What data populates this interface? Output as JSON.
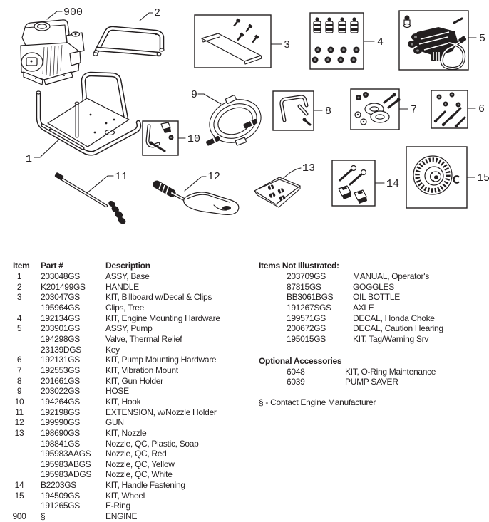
{
  "style": {
    "ink": "#231f20",
    "background": "#ffffff"
  },
  "diagram": {
    "callouts": {
      "c900": "900",
      "c1": "1",
      "c2": "2",
      "c3": "3",
      "c4": "4",
      "c5": "5",
      "c6": "6",
      "c7": "7",
      "c8": "8",
      "c9": "9",
      "c10": "10",
      "c11": "11",
      "c12": "12",
      "c13": "13",
      "c14": "14",
      "c15": "15"
    }
  },
  "parts_table": {
    "headers": {
      "item": "Item",
      "part": "Part #",
      "description": "Description"
    },
    "rows": [
      {
        "item": "1",
        "part": "203048GS",
        "description": "ASSY, Base"
      },
      {
        "item": "2",
        "part": "K201499GS",
        "description": "HANDLE"
      },
      {
        "item": "3",
        "part": "203047GS",
        "description": "KIT, Billboard w/Decal & Clips"
      },
      {
        "item": "",
        "part": "195964GS",
        "description": "Clips, Tree"
      },
      {
        "item": "4",
        "part": "192134GS",
        "description": "KIT, Engine Mounting Hardware"
      },
      {
        "item": "5",
        "part": "203901GS",
        "description": "ASSY, Pump"
      },
      {
        "item": "",
        "part": "194298GS",
        "description": "Valve, Thermal Relief"
      },
      {
        "item": "",
        "part": "23139DGS",
        "description": "Key"
      },
      {
        "item": "6",
        "part": "192131GS",
        "description": "KIT, Pump Mounting Hardware"
      },
      {
        "item": "7",
        "part": "192553GS",
        "description": "KIT, Vibration Mount"
      },
      {
        "item": "8",
        "part": "201661GS",
        "description": "KIT, Gun Holder"
      },
      {
        "item": "9",
        "part": "203022GS",
        "description": "HOSE"
      },
      {
        "item": "10",
        "part": "194264GS",
        "description": "KIT, Hook"
      },
      {
        "item": "11",
        "part": "192198GS",
        "description": "EXTENSION, w/Nozzle Holder"
      },
      {
        "item": "12",
        "part": "199990GS",
        "description": "GUN"
      },
      {
        "item": "13",
        "part": "198690GS",
        "description": "KIT, Nozzle"
      },
      {
        "item": "",
        "part": "198841GS",
        "description": "Nozzle, QC, Plastic, Soap"
      },
      {
        "item": "",
        "part": "195983AAGS",
        "description": "Nozzle, QC, Red"
      },
      {
        "item": "",
        "part": "195983ABGS",
        "description": "Nozzle, QC, Yellow"
      },
      {
        "item": "",
        "part": "195983ADGS",
        "description": "Nozzle, QC, White"
      },
      {
        "item": "14",
        "part": "B2203GS",
        "description": "KIT, Handle Fastening"
      },
      {
        "item": "15",
        "part": "194509GS",
        "description": "KIT, Wheel"
      },
      {
        "item": "",
        "part": "191265GS",
        "description": "E-Ring"
      },
      {
        "item": "900",
        "part": "§",
        "description": "ENGINE"
      }
    ]
  },
  "items_not_illustrated": {
    "title": "Items Not Illustrated:",
    "rows": [
      {
        "part": "203709GS",
        "description": "MANUAL, Operator's"
      },
      {
        "part": "87815GS",
        "description": "GOGGLES"
      },
      {
        "part": "BB3061BGS",
        "description": "OIL BOTTLE"
      },
      {
        "part": "191267SGS",
        "description": "AXLE"
      },
      {
        "part": "199571GS",
        "description": "DECAL, Honda Choke"
      },
      {
        "part": "200672GS",
        "description": "DECAL, Caution Hearing"
      },
      {
        "part": "195015GS",
        "description": "KIT, Tag/Warning Srv"
      }
    ]
  },
  "optional_accessories": {
    "title": "Optional Accessories",
    "rows": [
      {
        "part": "6048",
        "description": "KIT, O-Ring Maintenance"
      },
      {
        "part": "6039",
        "description": "PUMP SAVER"
      }
    ]
  },
  "footnote": "§ - Contact Engine Manufacturer"
}
